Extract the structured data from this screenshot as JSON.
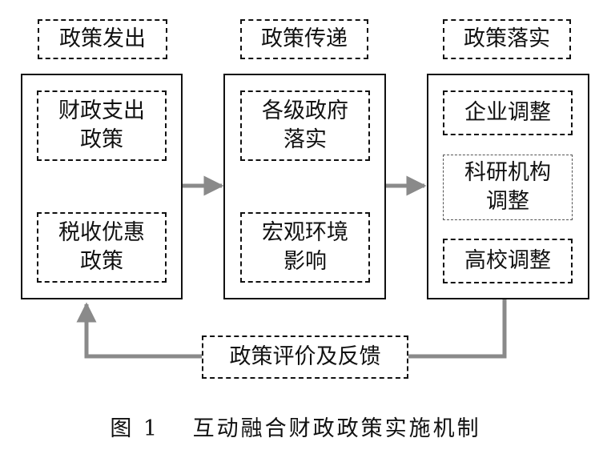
{
  "headers": {
    "issue": "政策发出",
    "transmit": "政策传递",
    "implement": "政策落实"
  },
  "left_column": {
    "fiscal_spending": "财政支出\n政策",
    "tax_preference": "税收优惠\n政策"
  },
  "middle_column": {
    "government_implementation": "各级政府\n落实",
    "macro_environment": "宏观环境\n影响"
  },
  "right_column": {
    "enterprise_adjustment": "企业调整",
    "research_adjustment": "科研机构\n调整",
    "university_adjustment": "高校调整"
  },
  "feedback": "政策评价及反馈",
  "caption": "图 1　 互动融合财政政策实施机制",
  "colors": {
    "arrow": "#8a8a8a",
    "border": "#111111"
  }
}
